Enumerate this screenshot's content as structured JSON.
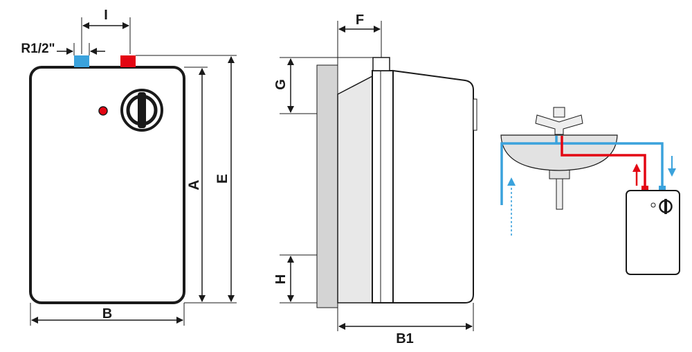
{
  "labels": {
    "pipe_thread": "R1/2\"",
    "i": "I",
    "a": "A",
    "e": "E",
    "b": "B",
    "f": "F",
    "g": "G",
    "h": "H",
    "b1": "B1"
  },
  "colors": {
    "cold_water": "#3aa2dc",
    "hot_water": "#e30613",
    "outline": "#1a1a1a",
    "wall": "#d4d4d4",
    "body_shade": "#e8e8e8",
    "sink": "#e2e2e2",
    "indicator_light": "#e30613"
  },
  "icons": {
    "front_knob": "thermostat-knob-icon",
    "mini_knob": "thermostat-knob-icon",
    "faucet": "faucet-icon",
    "flow_arrow": "arrow-up-icon"
  }
}
